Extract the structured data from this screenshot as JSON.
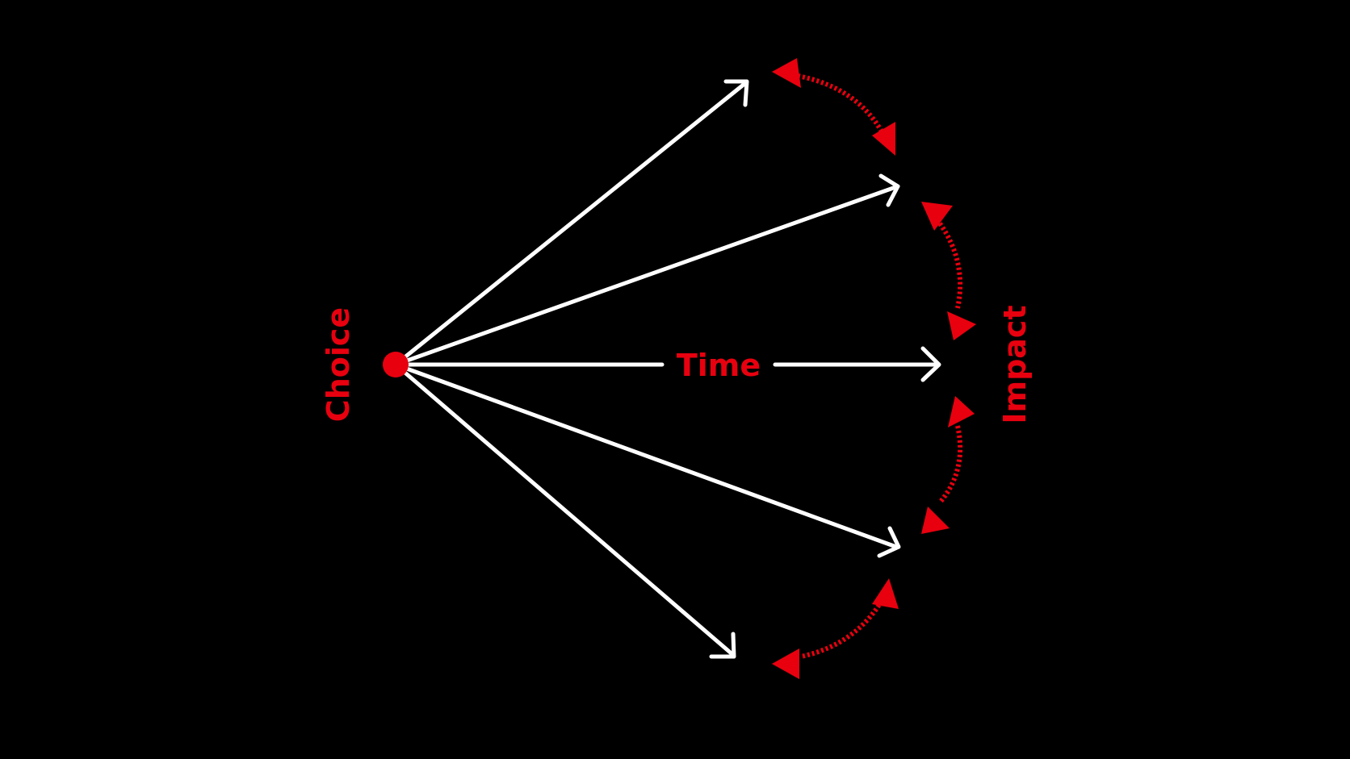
{
  "labels": {
    "origin": "Choice",
    "axis": "Time",
    "outcome": "Impact"
  },
  "colors": {
    "background": "#000000",
    "accent": "#e8000f",
    "rays": "#ffffff"
  },
  "diagram": {
    "origin_marker": "red-dot",
    "ray_count": 5,
    "connector_count": 4,
    "connector_style": "dotted double-headed curved arrows"
  }
}
